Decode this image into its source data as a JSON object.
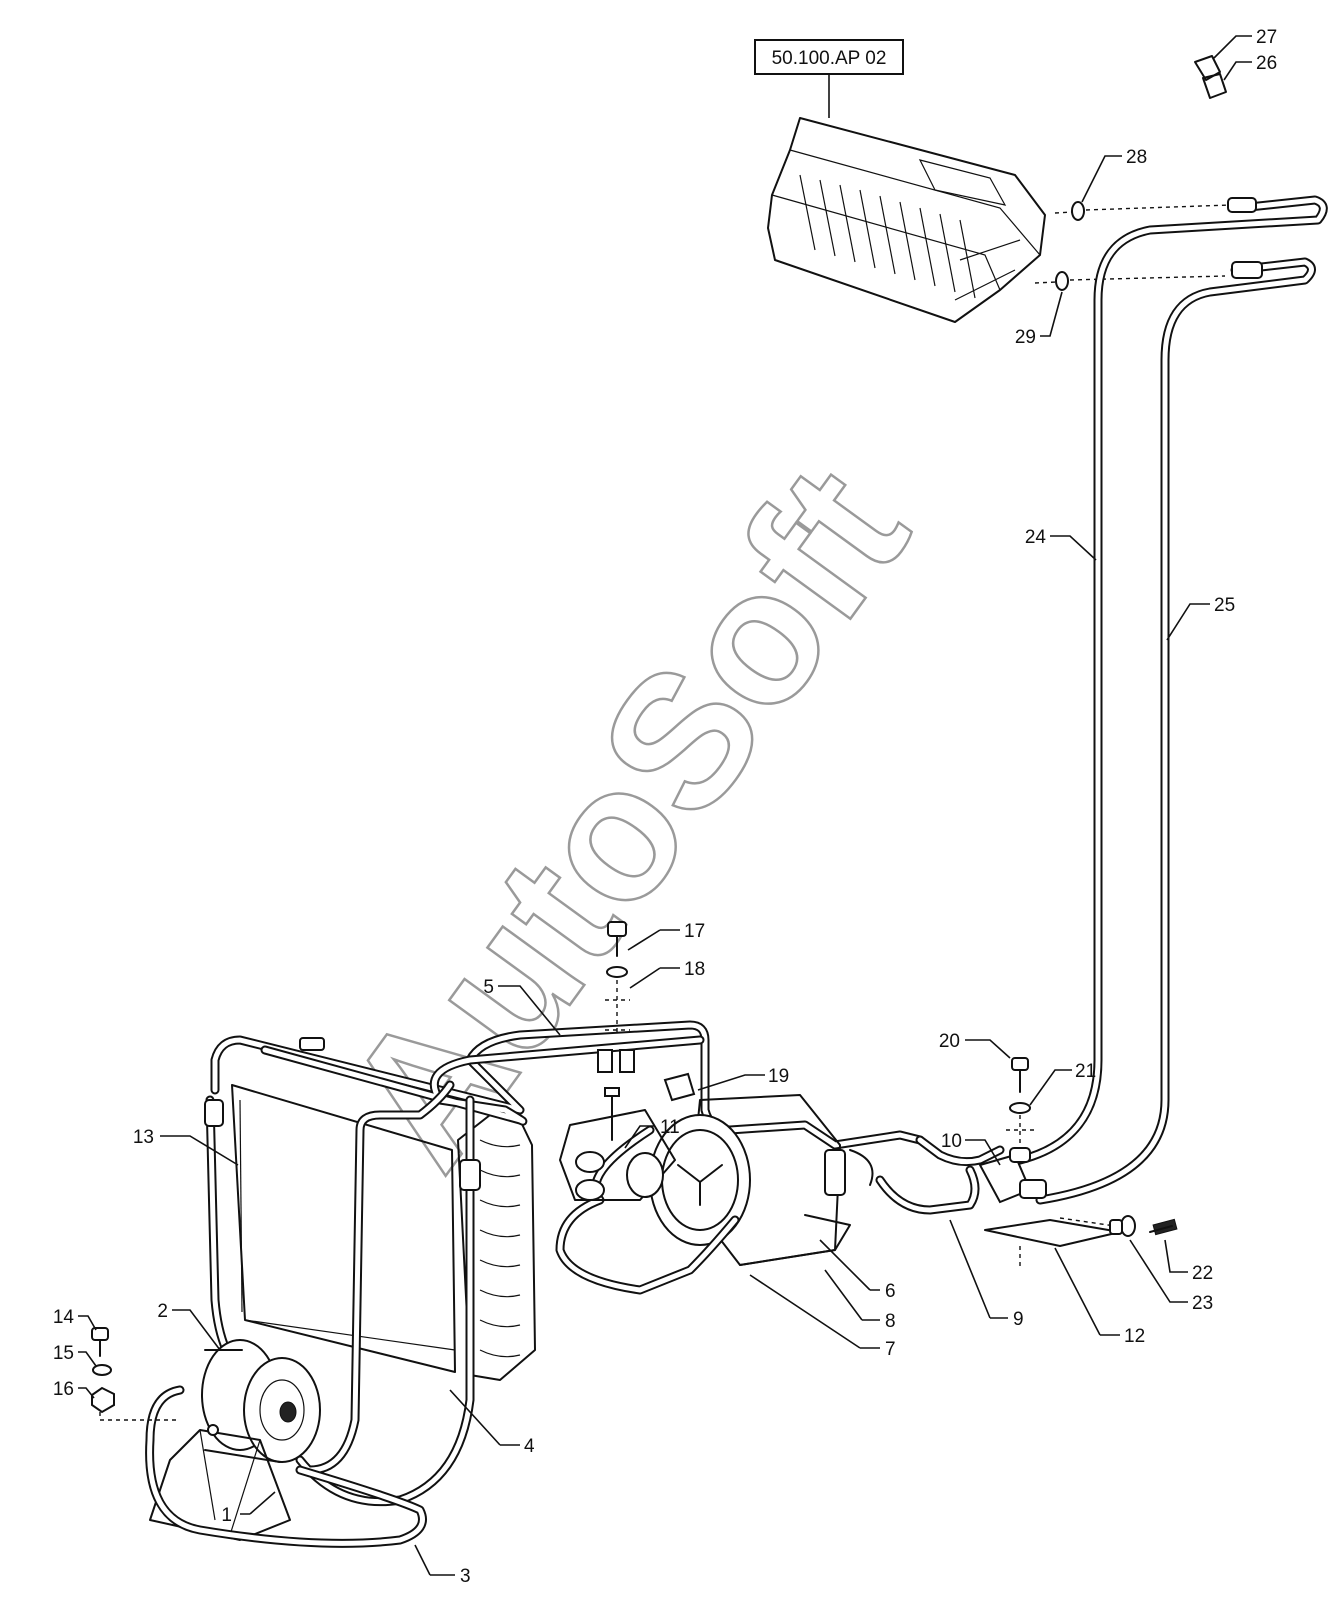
{
  "diagram": {
    "reference_box": "50.100.AP 02",
    "watermark": "AutoSoft",
    "callouts": [
      {
        "id": "1",
        "text": "1"
      },
      {
        "id": "2",
        "text": "2"
      },
      {
        "id": "3",
        "text": "3"
      },
      {
        "id": "4",
        "text": "4"
      },
      {
        "id": "5",
        "text": "5"
      },
      {
        "id": "6",
        "text": "6"
      },
      {
        "id": "7",
        "text": "7"
      },
      {
        "id": "8",
        "text": "8"
      },
      {
        "id": "9",
        "text": "9"
      },
      {
        "id": "10",
        "text": "10"
      },
      {
        "id": "11",
        "text": "11"
      },
      {
        "id": "12",
        "text": "12"
      },
      {
        "id": "13",
        "text": "13"
      },
      {
        "id": "14",
        "text": "14"
      },
      {
        "id": "15",
        "text": "15"
      },
      {
        "id": "16",
        "text": "16"
      },
      {
        "id": "17",
        "text": "17"
      },
      {
        "id": "18",
        "text": "18"
      },
      {
        "id": "19",
        "text": "19"
      },
      {
        "id": "20",
        "text": "20"
      },
      {
        "id": "21",
        "text": "21"
      },
      {
        "id": "22",
        "text": "22"
      },
      {
        "id": "23",
        "text": "23"
      },
      {
        "id": "24",
        "text": "24"
      },
      {
        "id": "25",
        "text": "25"
      },
      {
        "id": "26",
        "text": "26"
      },
      {
        "id": "27",
        "text": "27"
      },
      {
        "id": "28",
        "text": "28"
      },
      {
        "id": "29",
        "text": "29"
      }
    ]
  }
}
